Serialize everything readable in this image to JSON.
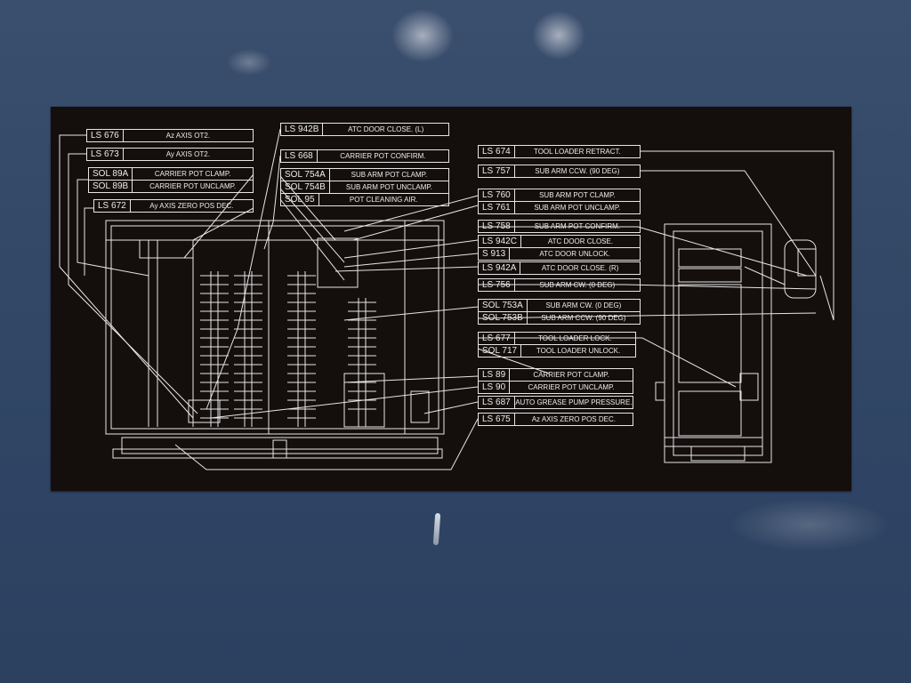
{
  "labels": [
    {
      "code": "LS 676",
      "desc": "Az AXIS OT2."
    },
    {
      "code": "LS 673",
      "desc": "Ay AXIS OT2."
    },
    {
      "code": "SOL 89A",
      "desc": "CARRIER POT CLAMP."
    },
    {
      "code": "SOL 89B",
      "desc": "CARRIER POT UNCLAMP."
    },
    {
      "code": "LS 672",
      "desc": "Ay AXIS ZERO POS DEC."
    },
    {
      "code": "LS 942B",
      "desc": "ATC DOOR CLOSE. (L)"
    },
    {
      "code": "LS 668",
      "desc": "CARRIER POT CONFIRM."
    },
    {
      "code": "SOL 754A",
      "desc": "SUB ARM POT CLAMP."
    },
    {
      "code": "SOL 754B",
      "desc": "SUB ARM POT UNCLAMP."
    },
    {
      "code": "SOL 95",
      "desc": "POT CLEANING AIR."
    },
    {
      "code": "LS 674",
      "desc": "TOOL LOADER RETRACT."
    },
    {
      "code": "LS 757",
      "desc": "SUB ARM CCW. (90 DEG)"
    },
    {
      "code": "LS 760",
      "desc": "SUB ARM POT CLAMP."
    },
    {
      "code": "LS 761",
      "desc": "SUB ARM POT UNCLAMP."
    },
    {
      "code": "LS 758",
      "desc": "SUB ARM POT CONFIRM."
    },
    {
      "code": "LS 942C",
      "desc": "ATC DOOR CLOSE."
    },
    {
      "code": "S 913",
      "desc": "ATC DOOR UNLOCK."
    },
    {
      "code": "LS 942A",
      "desc": "ATC DOOR CLOSE. (R)"
    },
    {
      "code": "LS 756",
      "desc": "SUB ARM CW. (0 DEG)"
    },
    {
      "code": "SOL 753A",
      "desc": "SUB ARM CW. (0 DEG)"
    },
    {
      "code": "SOL 753B",
      "desc": "SUB ARM CCW. (90 DEG)"
    },
    {
      "code": "LS 677",
      "desc": "TOOL LOADER LOCK."
    },
    {
      "code": "SOL 717",
      "desc": "TOOL LOADER UNLOCK."
    },
    {
      "code": "LS 89",
      "desc": "CARRIER POT CLAMP."
    },
    {
      "code": "LS 90",
      "desc": "CARRIER POT UNCLAMP."
    },
    {
      "code": "LS 687",
      "desc": "AUTO GREASE PUMP PRESSURE."
    },
    {
      "code": "LS 675",
      "desc": "Az AXIS ZERO POS DEC."
    }
  ],
  "colors": {
    "wall": "#334866",
    "plate": "#140f0d",
    "ink": "#e6e6e6"
  }
}
